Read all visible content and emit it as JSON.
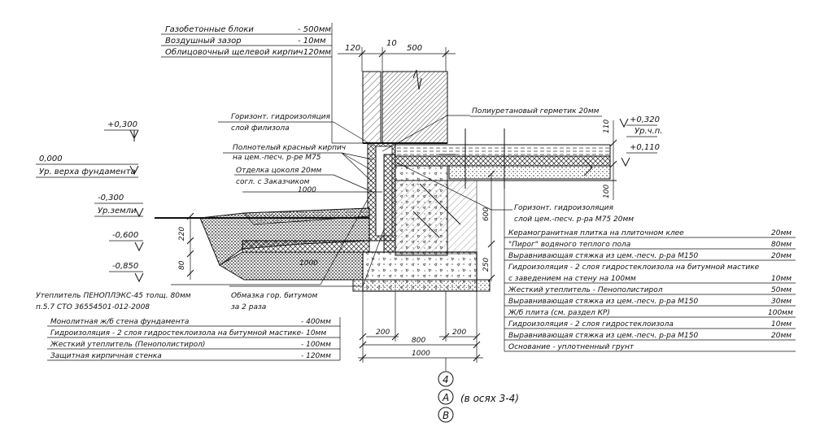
{
  "wall_spec": [
    {
      "name": "Газобетонные блоки",
      "value": "- 500мм"
    },
    {
      "name": "Воздушный зазор",
      "value": "- 10мм"
    },
    {
      "name": "Облицовочный щелевой кирпич",
      "value": "- 120мм"
    }
  ],
  "top_dims": {
    "d120": "120",
    "d10": "10",
    "d500": "500"
  },
  "left_labels": {
    "hydro_horiz_1": "Горизонт. гидроизоляция",
    "hydro_horiz_1_sub": "слой филизола",
    "brick": "Полнотелый красный кирпич",
    "brick_sub": "на цем.-песч. р-ре М75",
    "plinth": "Отделка цоколя 20мм",
    "plinth_sub": "согл. с Заказчиком",
    "blind_width": "1000",
    "insulation": "Утеплитель ПЕНОПЛЭКС-45 толщ. 80мм",
    "insulation_sub": "п.5.7 СТО 36554501-012-2008",
    "coating": "Обмазка гор. битумом",
    "coating_sub": "за 2 раза",
    "inner_1000": "1000"
  },
  "levels": [
    {
      "value": "+0,300",
      "label": ""
    },
    {
      "value": "0,000",
      "label": "Ур. верха фундамента"
    },
    {
      "value": "-0,300",
      "label": "Ур.земли"
    },
    {
      "value": "-0,600",
      "label": ""
    },
    {
      "value": "-0,850",
      "label": ""
    }
  ],
  "right_levels": [
    {
      "value": "+0,320",
      "label": "Ур.ч.п."
    },
    {
      "value": "+0,110",
      "label": ""
    }
  ],
  "vertical_dims": {
    "d220": "220",
    "d80": "80",
    "d600": "600",
    "d250": "250",
    "d110": "110",
    "d100": "100"
  },
  "right_labels": {
    "sealant": "Полиуретановый герметик 20мм",
    "hydro_horiz_2": "Горизонт. гидроизоляция",
    "hydro_horiz_2_sub": "слой цем.-песч. р-ра М75  20мм"
  },
  "floor_spec": [
    {
      "name": "Керамогранитная плитка на плиточном клее",
      "value": "20мм"
    },
    {
      "name": "\"Пирог\" водяного теплого пола",
      "value": "80мм"
    },
    {
      "name": "Выравнивающая стяжка из цем.-песч. р-ра М150",
      "value": "20мм"
    },
    {
      "name": "Гидроизоляция - 2 слоя гидростеклоизола на битумной мастике",
      "value": ""
    },
    {
      "name": "с заведением на стену на 100мм",
      "value": "10мм"
    },
    {
      "name": "Жесткий утеплитель - Пенополистирол",
      "value": "50мм"
    },
    {
      "name": "Выравнивающая стяжка из цем.-песч. р-ра М150",
      "value": "30мм"
    },
    {
      "name": "Ж/б плита (см. раздел КР)",
      "value": "100мм"
    },
    {
      "name": "Гидроизоляция - 2 слоя гидростеклоизола",
      "value": "10мм"
    },
    {
      "name": "Выравнивающая стяжка из цем.-песч. р-ра М150",
      "value": "20мм"
    },
    {
      "name": "Основание - уплотненный грунт",
      "value": ""
    }
  ],
  "found_spec": [
    {
      "name": "Монолитная ж/б стена фундамента",
      "value": "- 400мм"
    },
    {
      "name": "Гидроизоляция - 2 слоя гидростеклоизола на битумной мастике",
      "value": "- 10мм"
    },
    {
      "name": "Жесткий утеплитель (Пенополистирол)",
      "value": "- 100мм"
    },
    {
      "name": "Защитная кирпичная стенка",
      "value": "- 120мм"
    }
  ],
  "bottom_dims": {
    "d200a": "200",
    "d200b": "200",
    "d800": "800",
    "d1000": "1000"
  },
  "axes": {
    "a1": "4",
    "a2": "А",
    "a3": "В",
    "note": "(в осях 3-4)"
  }
}
